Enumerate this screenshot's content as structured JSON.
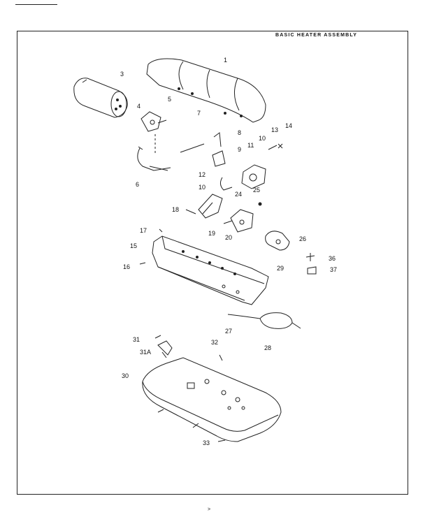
{
  "title": "BASIC HEATER ASSEMBLY",
  "page_number": ">",
  "parts": [
    {
      "id": "p1",
      "text": "1"
    },
    {
      "id": "p3",
      "text": "3"
    },
    {
      "id": "p4",
      "text": "4"
    },
    {
      "id": "p5",
      "text": "5"
    },
    {
      "id": "p6",
      "text": "6"
    },
    {
      "id": "p7",
      "text": "7"
    },
    {
      "id": "p8",
      "text": "8"
    },
    {
      "id": "p9",
      "text": "9"
    },
    {
      "id": "p10a",
      "text": "10"
    },
    {
      "id": "p10b",
      "text": "10"
    },
    {
      "id": "p11",
      "text": "11"
    },
    {
      "id": "p12",
      "text": "12"
    },
    {
      "id": "p13",
      "text": "13"
    },
    {
      "id": "p14",
      "text": "14"
    },
    {
      "id": "p15",
      "text": "15"
    },
    {
      "id": "p16",
      "text": "16"
    },
    {
      "id": "p17",
      "text": "17"
    },
    {
      "id": "p18",
      "text": "18"
    },
    {
      "id": "p19",
      "text": "19"
    },
    {
      "id": "p20",
      "text": "20"
    },
    {
      "id": "p24",
      "text": "24"
    },
    {
      "id": "p25",
      "text": "25"
    },
    {
      "id": "p26",
      "text": "26"
    },
    {
      "id": "p27",
      "text": "27"
    },
    {
      "id": "p28",
      "text": "28"
    },
    {
      "id": "p29",
      "text": "29"
    },
    {
      "id": "p30",
      "text": "30"
    },
    {
      "id": "p31",
      "text": "31"
    },
    {
      "id": "p31a",
      "text": "31A"
    },
    {
      "id": "p32",
      "text": "32"
    },
    {
      "id": "p33",
      "text": "33"
    },
    {
      "id": "p36",
      "text": "36"
    },
    {
      "id": "p37",
      "text": "37"
    }
  ]
}
